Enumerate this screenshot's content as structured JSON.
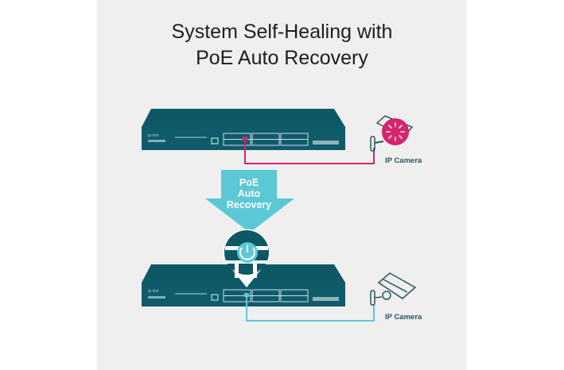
{
  "title": {
    "line1": "System Self-Healing with",
    "line2": "PoE Auto Recovery"
  },
  "arrow": {
    "line1": "PoE",
    "line2": "Auto",
    "line3": "Recovery"
  },
  "devices": {
    "camera_top_label": "IP Camera",
    "camera_bottom_label": "IP Camera"
  },
  "colors": {
    "switch": "#0e5866",
    "fault": "#d6246e",
    "recovered": "#5bc8d6",
    "arrow": "#5bc8d6",
    "background": "#efefef"
  }
}
